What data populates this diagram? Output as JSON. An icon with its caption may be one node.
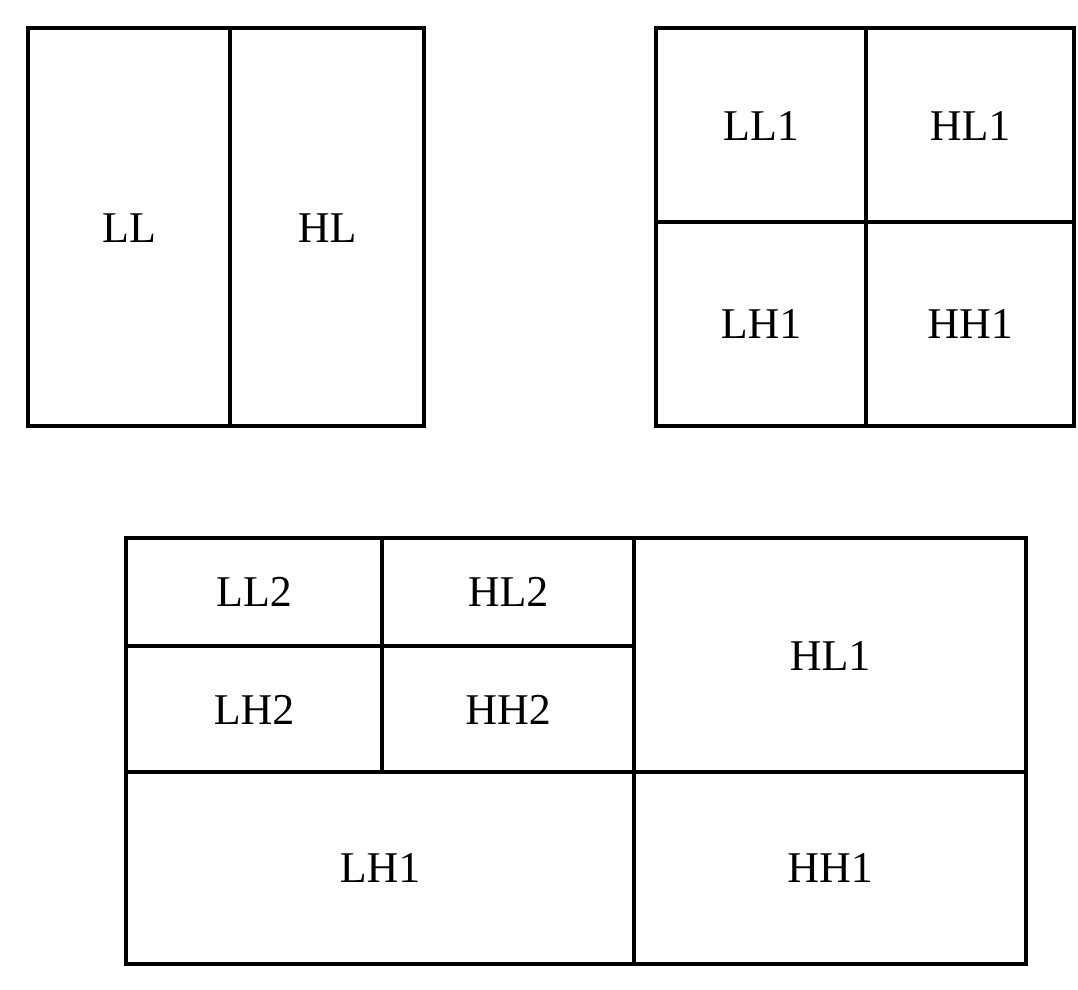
{
  "diagram": {
    "nodes": [
      {
        "text": [
          "LL"
        ]
      },
      {
        "text": [
          "HL"
        ]
      },
      {
        "text": [
          "LL1"
        ]
      },
      {
        "text": [
          "HL1"
        ]
      },
      {
        "text": [
          "LH1"
        ]
      },
      {
        "text": [
          "HH1"
        ]
      },
      {
        "text": [
          "LL2"
        ]
      },
      {
        "text": [
          "HL2"
        ]
      },
      {
        "text": [
          "HL1"
        ]
      },
      {
        "text": [
          "LH2"
        ]
      },
      {
        "text": [
          "HH2"
        ]
      },
      {
        "text": [
          "LH1"
        ]
      },
      {
        "text": [
          "HH1"
        ]
      }
    ]
  }
}
